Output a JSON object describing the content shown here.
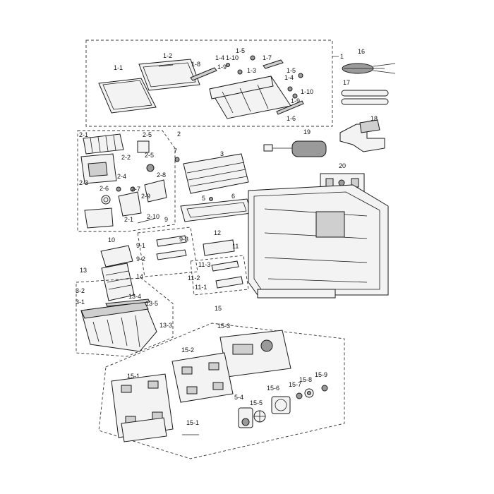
{
  "labels": {
    "p1": "1",
    "p1_1": "1-1",
    "p1_2": "1-2",
    "p1_3": "1-3",
    "p1_4a": "1-4",
    "p1_4b": "1-4",
    "p1_5a": "1-5",
    "p1_5b": "1-5",
    "p1_6": "1-6",
    "p1_7": "1-7",
    "p1_8": "1-8",
    "p1_9a": "1-9",
    "p1_9b": "1-9",
    "p1_10a": "1-10",
    "p1_10b": "1-10",
    "p2": "2",
    "p2_1": "2-1",
    "p2_1b": "2-1",
    "p2_2": "2-2",
    "p2_3": "2-3",
    "p2_4": "2-4",
    "p2_5a": "2-5",
    "p2_5b": "2-5",
    "p2_6": "2-6",
    "p2_7": "2-7",
    "p2_8": "2-8",
    "p2_9": "2-9",
    "p2_10": "2-10",
    "p3": "3",
    "p5": "5",
    "p6": "6",
    "p7": "7",
    "p9": "9",
    "p9_1": "9-1",
    "p9_2": "9-2",
    "p9_3": "9-3",
    "p10": "10",
    "p11": "11",
    "p11_1": "11-1",
    "p11_2": "11-2",
    "p11_3": "11-3",
    "p12": "12",
    "p13": "13",
    "p13_1": "3-1",
    "p13_2": "3-2",
    "p13_3": "13-3",
    "p13_4": "13-4",
    "p13_5": "13-5",
    "p14": "14",
    "p15": "15",
    "p15_1a": "15-1",
    "p15_1b": "15-1",
    "p15_2": "15-2",
    "p15_3": "15-3",
    "p15_4": "5-4",
    "p15_5": "15-5",
    "p15_6": "15-6",
    "p15_7": "15-7",
    "p15_8": "15-8",
    "p15_9": "15-9",
    "p16": "16",
    "p17": "17",
    "p18": "18",
    "p19": "19",
    "p20": "20"
  },
  "colors": {
    "line": "#1a1a1a",
    "part_fill": "#f3f3f3",
    "shade": "#9a9a9a"
  }
}
